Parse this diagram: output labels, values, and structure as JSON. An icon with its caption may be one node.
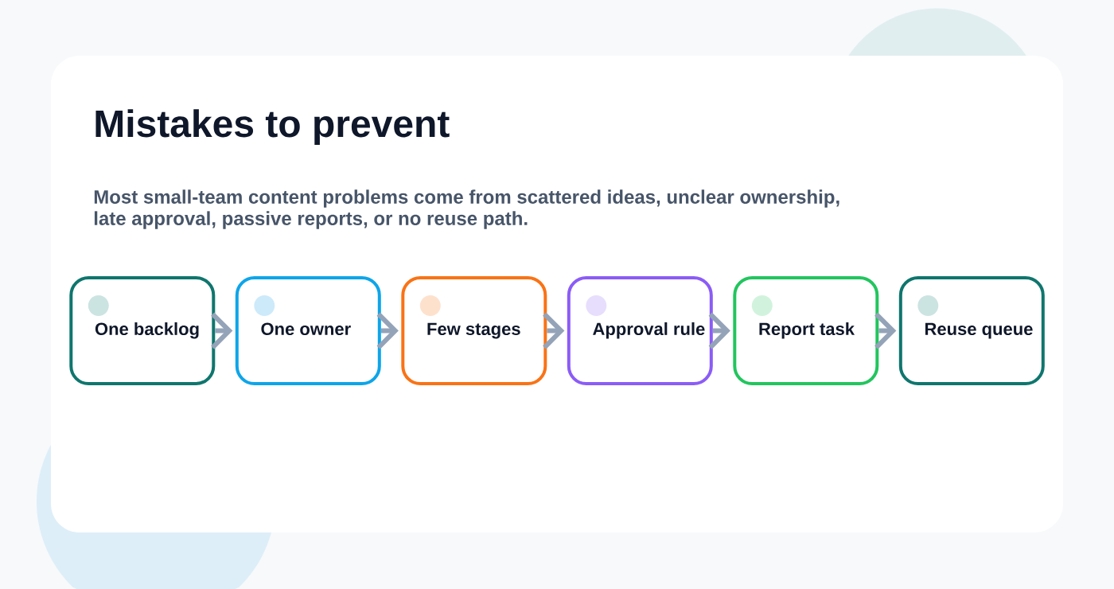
{
  "diagram": {
    "title": "Mistakes to prevent",
    "nodes": [
      {
        "text": [
          "One backlog"
        ]
      },
      {
        "text": [
          "One owner"
        ]
      },
      {
        "text": [
          "Few stages"
        ]
      },
      {
        "text": [
          "Approval rule"
        ]
      },
      {
        "text": [
          "Report task"
        ]
      },
      {
        "text": [
          "Reuse queue"
        ]
      }
    ],
    "edges": [
      {
        "from": 0,
        "to": 1,
        "arrow": "to"
      },
      {
        "from": 1,
        "to": 2,
        "arrow": "to"
      },
      {
        "from": 2,
        "to": 3,
        "arrow": "to"
      },
      {
        "from": 3,
        "to": 4,
        "arrow": "to"
      },
      {
        "from": 4,
        "to": 5,
        "arrow": "to"
      }
    ],
    "labels": [
      "Most small-team content problems come from scattered ideas, unclear ownership, late approval, passive reports, or no reuse path."
    ]
  }
}
